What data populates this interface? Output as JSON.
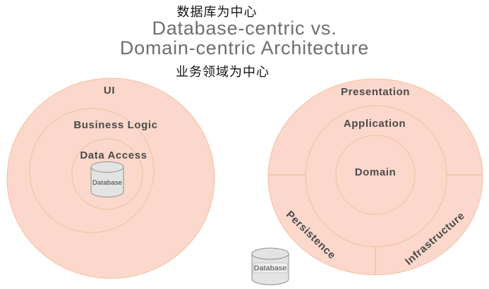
{
  "header": {
    "caption_top": "数据库为中心",
    "title_line1": "Database-centric vs.",
    "title_line2": "Domain-centric Architecture",
    "caption_bottom": "业务领域为中心"
  },
  "database_centric": {
    "layers": [
      "UI",
      "Business Logic",
      "Data Access"
    ],
    "database_label": "Database"
  },
  "domain_centric": {
    "layers": [
      "Presentation",
      "Application",
      "Domain"
    ],
    "segments": [
      "Persistence",
      "Infrastructure"
    ],
    "database_label": "Database"
  },
  "colors": {
    "circle_fill": "#fbd8cb",
    "circle_stroke": "#f2bfa3",
    "title_text": "#6e6e6e",
    "caption_text": "#141414",
    "layer_label_text": "#4a4a4a",
    "cylinder_fill": "#e3e3e3",
    "cylinder_stroke": "#8f8f8f"
  }
}
